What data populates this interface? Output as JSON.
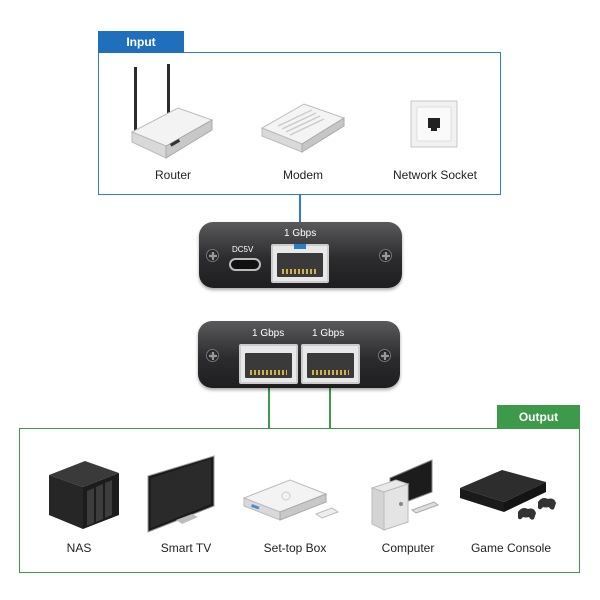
{
  "input": {
    "tab_label": "Input",
    "devices": [
      {
        "label": "Router",
        "icon": "router-icon"
      },
      {
        "label": "Modem",
        "icon": "modem-icon"
      },
      {
        "label": "Network Socket",
        "icon": "network-socket-icon"
      }
    ]
  },
  "input_box": {
    "power_label": "DC5V",
    "speed": "1 Gbps"
  },
  "output_box": {
    "speeds": [
      "1 Gbps",
      "1 Gbps"
    ]
  },
  "output": {
    "tab_label": "Output",
    "devices": [
      {
        "label": "NAS",
        "icon": "nas-icon"
      },
      {
        "label": "Smart TV",
        "icon": "smart-tv-icon"
      },
      {
        "label": "Set-top Box",
        "icon": "set-top-box-icon"
      },
      {
        "label": "Computer",
        "icon": "computer-icon"
      },
      {
        "label": "Game Console",
        "icon": "game-console-icon"
      }
    ]
  },
  "colors": {
    "input_accent": "#1f6fbd",
    "output_accent": "#3c9a4a",
    "cable_blue": "#2a7fc9",
    "cable_green": "#3c9a4a"
  }
}
